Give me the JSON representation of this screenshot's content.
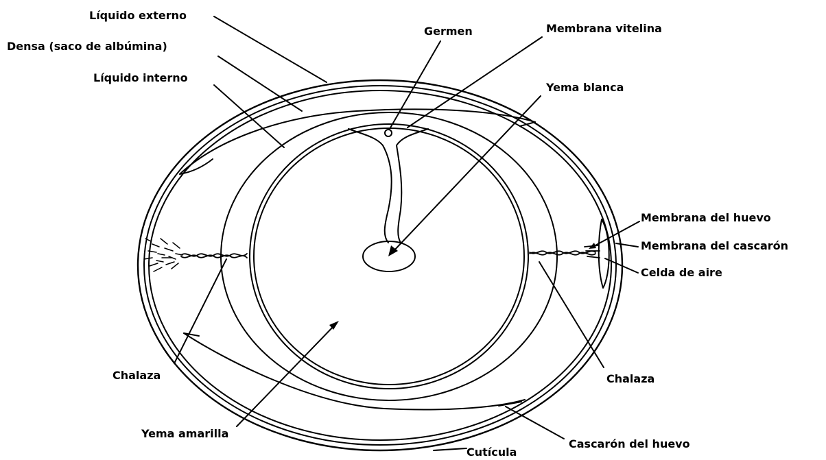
{
  "labels": {
    "liquido_externo": "Líquido externo",
    "densa": "Densa (saco de albúmina)",
    "liquido_interno": "Líquido interno",
    "germen": "Germen",
    "membrana_vitelina": "Membrana vitelina",
    "yema_blanca": "Yema blanca",
    "membrana_huevo": "Membrana del huevo",
    "membrana_cascaron": "Membrana del cascarón",
    "celda_aire": "Celda de aire",
    "chalaza_left": "Chalaza",
    "chalaza_right": "Chalaza",
    "yema_amarilla": "Yema amarilla",
    "cuticula": "Cutícula",
    "cascaron": "Cascarón del huevo"
  },
  "colors": {
    "ink": "#000000",
    "background": "#ffffff"
  }
}
